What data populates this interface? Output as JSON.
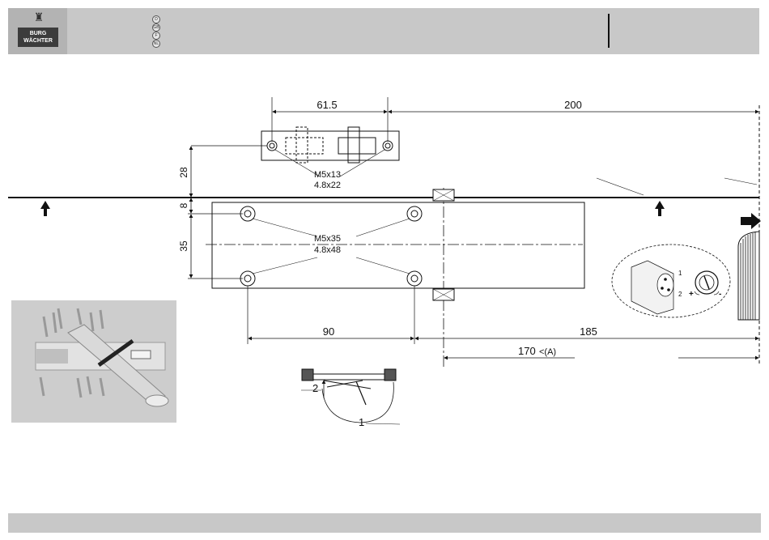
{
  "header": {
    "brand_line1": "BURG",
    "brand_line2": "WÄCHTER",
    "language_markers": [
      "D",
      "GB",
      "F",
      "NL"
    ]
  },
  "drawing": {
    "dim_plate_width": "61.5",
    "dim_to_edge_top": "200",
    "dim_plate_height": "28",
    "dim_offset": "8",
    "dim_body_height": "35",
    "screws_plate_line1": "M5x13",
    "screws_plate_line2": "4.8x22",
    "screws_body_line1": "M5x35",
    "screws_body_line2": "4.8x48",
    "dim_hole_spacing": "90",
    "dim_to_edge_bottom": "185",
    "dim_170": "170",
    "dim_170_note": "<(A)",
    "detail_label_1": "1",
    "detail_label_2": "2",
    "valve_label_1": "1",
    "valve_label_2": "2",
    "plus_sign": "+",
    "minus_sign": "-"
  },
  "footer": {
    "text": ""
  }
}
